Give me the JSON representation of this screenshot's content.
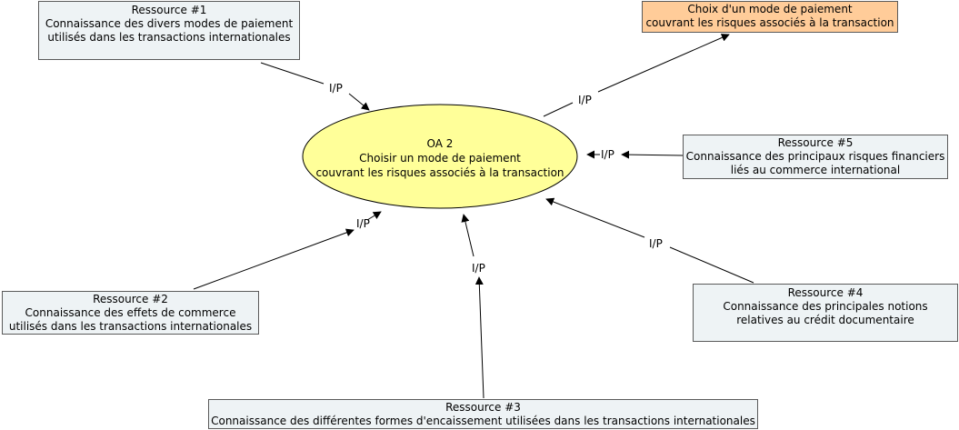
{
  "center": {
    "line1": "OA 2",
    "line2": "Choisir un mode de paiement",
    "line3": "couvrant les risques associés à la transaction"
  },
  "output": {
    "line1": "Choix d'un mode de paiement",
    "line2": "couvrant les risques associés à la transaction"
  },
  "resources": [
    {
      "title": "Ressource #1",
      "lines": [
        "Connaissance des divers modes de paiement",
        "utilisés dans les transactions internationales"
      ]
    },
    {
      "title": "Ressource #2",
      "lines": [
        "Connaissance des effets de commerce",
        "utilisés dans les transactions internationales"
      ]
    },
    {
      "title": "Ressource #3",
      "lines": [
        "Connaissance des différentes formes d'encaissement utilisées dans les transactions internationales"
      ]
    },
    {
      "title": "Ressource #4",
      "lines": [
        "Connaissance des principales notions",
        "relatives au crédit documentaire"
      ]
    },
    {
      "title": "Ressource #5",
      "lines": [
        "Connaissance des principaux risques financiers",
        "liés au commerce international"
      ]
    }
  ],
  "connector_label": "I/P",
  "colors": {
    "oval_fill": "#ffff99",
    "output_fill": "#ffcc99",
    "resource_fill": "#eef3f5",
    "border": "#5a5a5a"
  }
}
